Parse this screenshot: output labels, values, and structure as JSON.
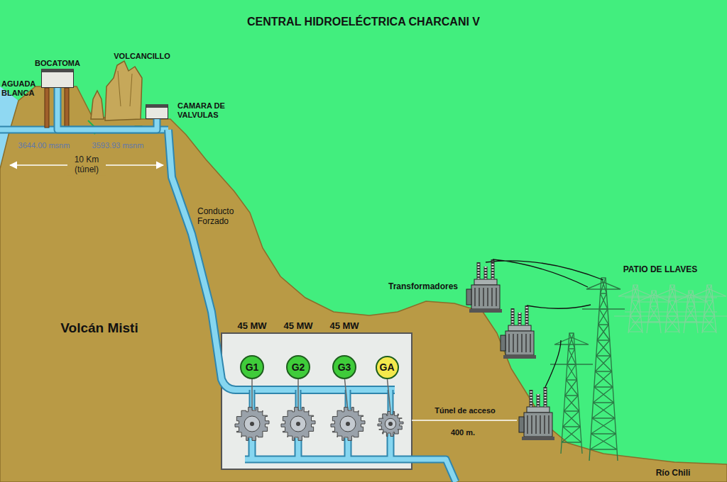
{
  "diagram": {
    "title": "CENTRAL HIDROELÉCTRICA CHARCANI V",
    "nodes": [
      {
        "text": [
          "BOCATOMA"
        ]
      },
      {
        "text": [
          "CAMARA DE VALVULAS"
        ]
      },
      {
        "text": [
          "G1"
        ]
      },
      {
        "text": [
          "G2"
        ]
      },
      {
        "text": [
          "G3"
        ]
      },
      {
        "text": [
          "GA"
        ]
      }
    ],
    "edges": [
      {
        "from": 0,
        "to": 1,
        "arrow": "none"
      }
    ],
    "labels": [
      "AGUADA BLANCA",
      "VOLCANCILLO",
      "3644.00 msnm",
      "3593.93 msnm",
      "10 Km (túnel)",
      "Conducto Forzado",
      "Volcán Misti",
      "45 MW",
      "45 MW",
      "45 MW",
      "Transformadores",
      "PATIO DE LLAVES",
      "Túnel de acceso",
      "400 m.",
      "Río Chili"
    ]
  }
}
